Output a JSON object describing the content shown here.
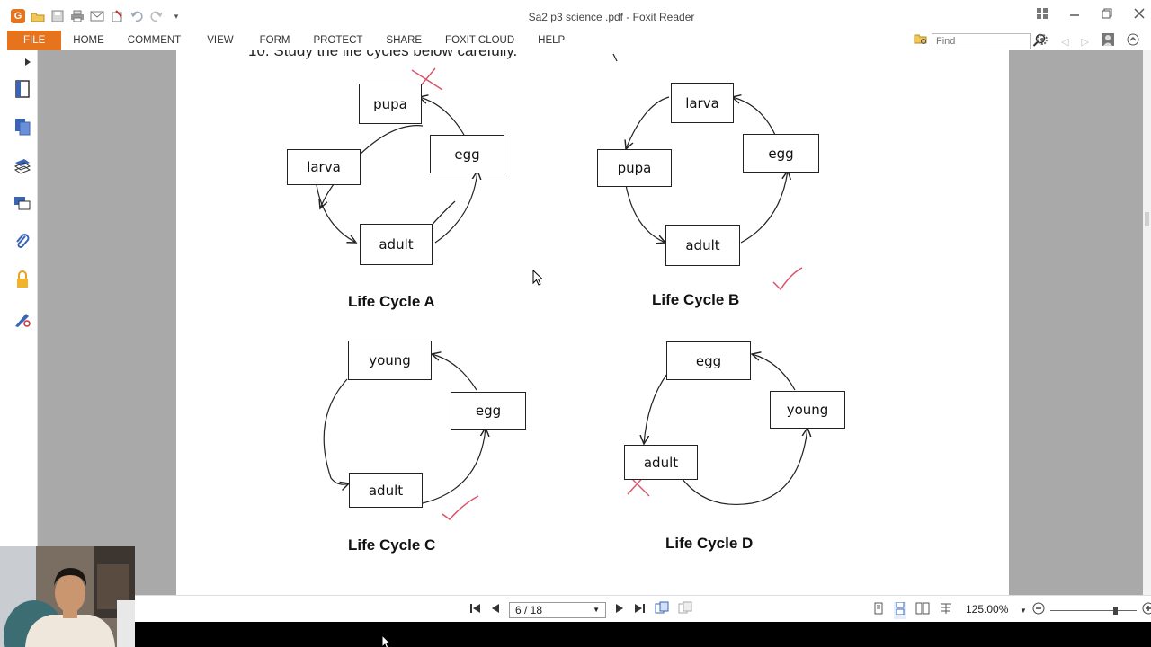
{
  "window": {
    "title": "Sa2 p3 science .pdf - Foxit Reader",
    "app_logo": "G"
  },
  "menu": {
    "tabs": [
      "FILE",
      "HOME",
      "COMMENT",
      "VIEW",
      "FORM",
      "PROTECT",
      "SHARE",
      "FOXIT CLOUD",
      "HELP"
    ],
    "find_placeholder": "Find"
  },
  "document": {
    "question_text": "10.   Study the  life cycles below carefully.",
    "cycles": [
      {
        "caption": "Life Cycle A",
        "stages": [
          "pupa",
          "egg",
          "adult",
          "larva"
        ]
      },
      {
        "caption": "Life Cycle B",
        "stages": [
          "larva",
          "egg",
          "adult",
          "pupa"
        ]
      },
      {
        "caption": "Life Cycle C",
        "stages": [
          "young",
          "egg",
          "adult"
        ]
      },
      {
        "caption": "Life Cycle D",
        "stages": [
          "egg",
          "young",
          "adult"
        ]
      }
    ]
  },
  "status": {
    "page_indicator": "6 / 18",
    "zoom": "125.00%"
  },
  "colors": {
    "accent": "#e8731d",
    "pen_mark": "#d9536a"
  },
  "icons": [
    "undo-icon",
    "redo-icon",
    "search-icon",
    "settings-icon",
    "user-icon"
  ]
}
